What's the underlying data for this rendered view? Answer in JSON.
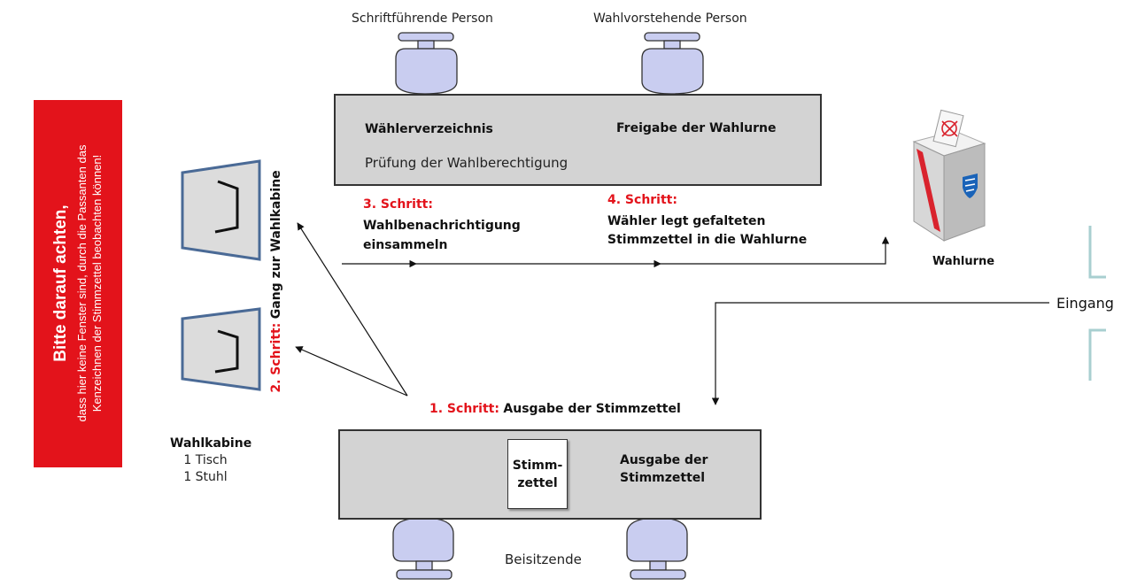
{
  "notice": {
    "title": "Bitte darauf achten,",
    "line1": "dass hier keine Fenster sind, durch die Passanten das",
    "line2": "Kenzeichnen der Stimmzettel beobachten können!"
  },
  "top_table": {
    "person_left": "Schriftführende Person",
    "person_right": "Wahlvorstehende Person",
    "voter_list": "Wählerverzeichnis",
    "check": "Prüfung der Wahlberechtigung",
    "release": "Freigabe der Wahlurne"
  },
  "bottom_table": {
    "ballot_card": "Stimm-\nzettel",
    "issue_line1": "Ausgabe der",
    "issue_line2": "Stimmzettel",
    "assessors": "Beisitzende"
  },
  "steps": {
    "step1_prefix": "1. Schritt:",
    "step1_text": "Ausgabe der Stimmzettel",
    "step2_prefix": "2. Schritt:",
    "step2_text": "Gang zur Wahlkabine",
    "step3_prefix": "3. Schritt:",
    "step3_line1": "Wahlbenachrichtigung",
    "step3_line2": "einsammeln",
    "step4_prefix": "4. Schritt:",
    "step4_line1": "Wähler legt gefalteten",
    "step4_line2": "Stimmzettel in die Wahlurne"
  },
  "booth": {
    "title": "Wahlkabine",
    "line1": "1 Tisch",
    "line2": "1 Stuhl"
  },
  "urn": {
    "label": "Wahlurne"
  },
  "entrance": {
    "label": "Eingang"
  },
  "colors": {
    "accent_red": "#e3131b",
    "table_gray": "#d3d3d3",
    "chair_fill": "#c9cdf0",
    "door_teal": "#a8cfd0"
  }
}
